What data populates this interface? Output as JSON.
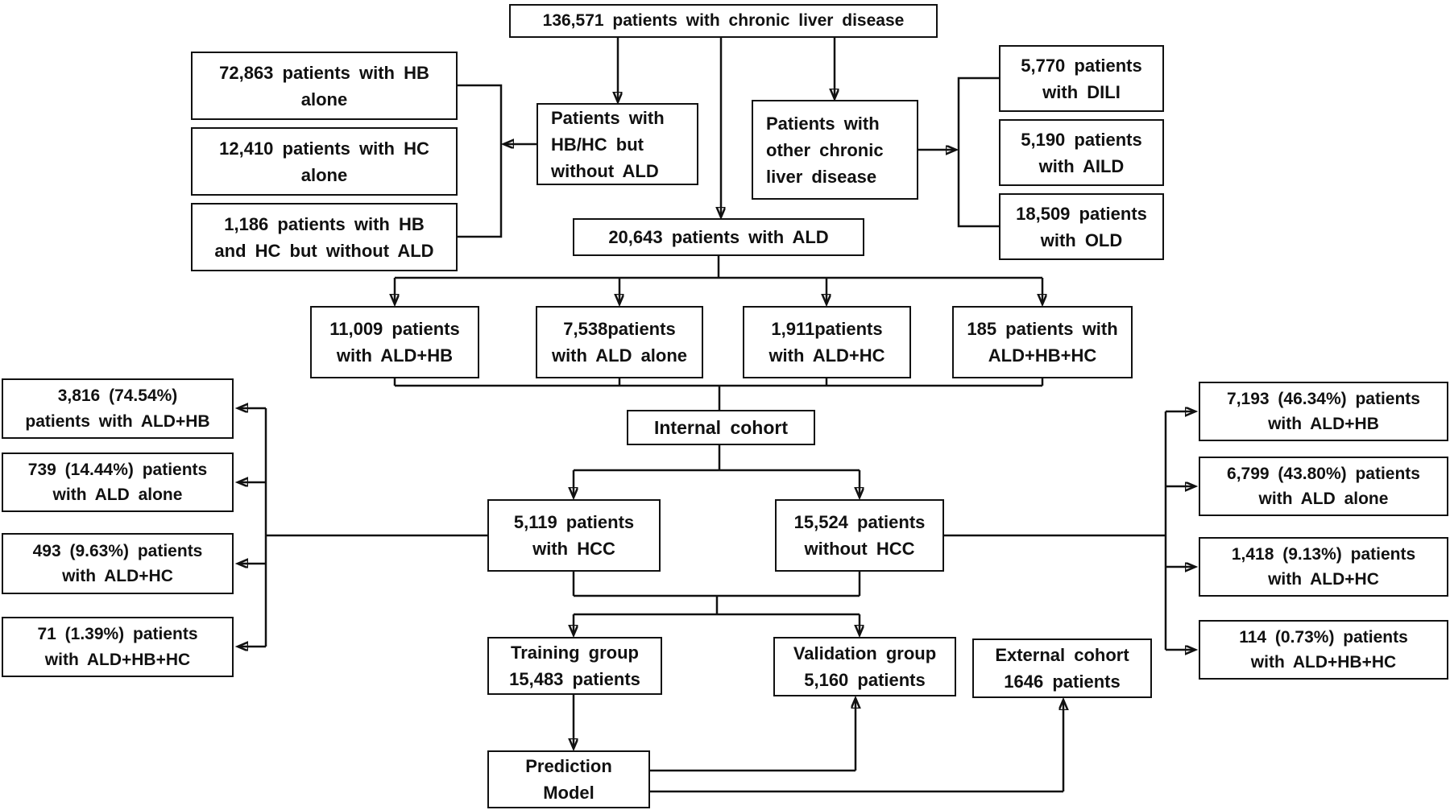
{
  "figure": {
    "description": "Patient selection flowchart for chronic liver disease / ALD cohort study",
    "background_color": "#ffffff",
    "line_color": "#111111",
    "nodes": {
      "total": {
        "lines": [
          "136,571 patients with chronic liver disease"
        ]
      },
      "hb_alone": {
        "lines": [
          "72,863 patients with HB",
          "alone"
        ]
      },
      "hc_alone": {
        "lines": [
          "12,410 patients with HC",
          "alone"
        ]
      },
      "hb_hc_without_ald": {
        "lines": [
          "1,186 patients with HB",
          "and HC but without ALD"
        ]
      },
      "hbhc_but_no_ald": {
        "lines": [
          "Patients with",
          "HB/HC but",
          "without ALD"
        ]
      },
      "other_cld": {
        "lines": [
          "Patients with",
          "other chronic",
          "liver disease"
        ]
      },
      "dili": {
        "lines": [
          "5,770 patients",
          "with DILI"
        ]
      },
      "aild": {
        "lines": [
          "5,190 patients",
          "with AILD"
        ]
      },
      "old": {
        "lines": [
          "18,509 patients",
          "with OLD"
        ]
      },
      "ald": {
        "lines": [
          "20,643 patients with ALD"
        ]
      },
      "ald_hb": {
        "lines": [
          "11,009 patients",
          "with ALD+HB"
        ]
      },
      "ald_alone": {
        "lines": [
          "7,538patients",
          "with ALD alone"
        ]
      },
      "ald_hc": {
        "lines": [
          "1,911patients",
          "with ALD+HC"
        ]
      },
      "ald_hb_hc": {
        "lines": [
          "185 patients with",
          "ALD+HB+HC"
        ]
      },
      "internal_cohort": {
        "lines": [
          "Internal cohort"
        ]
      },
      "with_hcc": {
        "lines": [
          "5,119 patients",
          "with HCC"
        ]
      },
      "without_hcc": {
        "lines": [
          "15,524 patients",
          "without HCC"
        ]
      },
      "hcc_ald_hb": {
        "lines": [
          "3,816 (74.54%)",
          "patients with ALD+HB"
        ]
      },
      "hcc_ald_alone": {
        "lines": [
          "739 (14.44%) patients",
          "with ALD alone"
        ]
      },
      "hcc_ald_hc": {
        "lines": [
          "493 (9.63%) patients",
          "with ALD+HC"
        ]
      },
      "hcc_ald_hb_hc": {
        "lines": [
          "71 (1.39%) patients",
          "with ALD+HB+HC"
        ]
      },
      "nohcc_ald_hb": {
        "lines": [
          "7,193 (46.34%) patients",
          "with ALD+HB"
        ]
      },
      "nohcc_ald_alone": {
        "lines": [
          "6,799 (43.80%) patients",
          "with ALD alone"
        ]
      },
      "nohcc_ald_hc": {
        "lines": [
          "1,418 (9.13%) patients",
          "with ALD+HC"
        ]
      },
      "nohcc_ald_hb_hc": {
        "lines": [
          "114 (0.73%) patients",
          "with ALD+HB+HC"
        ]
      },
      "training": {
        "lines": [
          "Training group",
          "15,483 patients"
        ]
      },
      "validation": {
        "lines": [
          "Validation group",
          "5,160 patients"
        ]
      },
      "external": {
        "lines": [
          "External cohort",
          "1646 patients"
        ]
      },
      "prediction": {
        "lines": [
          "Prediction",
          "Model"
        ]
      }
    }
  }
}
